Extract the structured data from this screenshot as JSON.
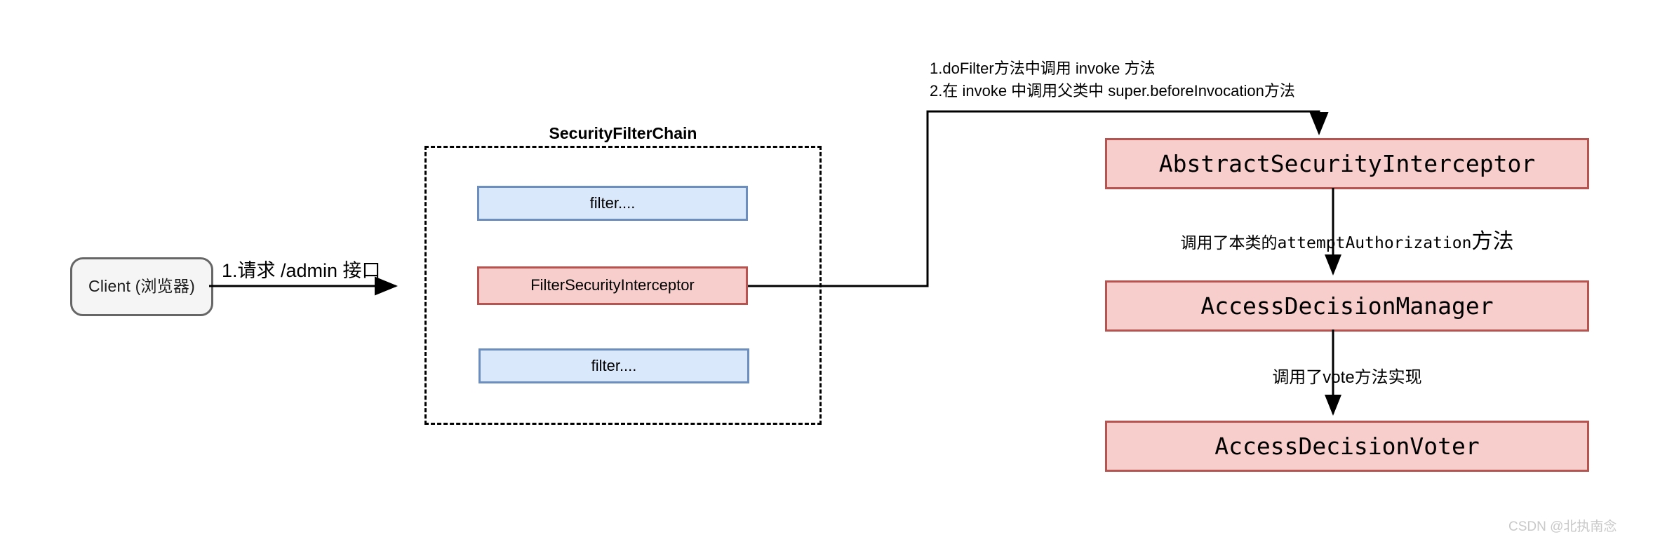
{
  "diagram": {
    "title": "Spring Security filter chain authorization flow",
    "colors": {
      "blue_fill": "#dae8fc",
      "blue_stroke": "#6c8ebf",
      "pink_fill": "#f8cecc",
      "pink_stroke": "#b85450",
      "client_fill": "#f5f5f5",
      "client_stroke": "#666666",
      "edge_stroke": "#000000",
      "watermark_color": "#c9c9c9"
    },
    "client": {
      "label": "Client (浏览器)"
    },
    "request_edge": {
      "label": "1.请求 /admin 接口"
    },
    "filter_chain": {
      "title": "SecurityFilterChain",
      "nodes": [
        {
          "label": "filter....",
          "style": "blue"
        },
        {
          "label": "FilterSecurityInterceptor",
          "style": "pink"
        },
        {
          "label": "filter....",
          "style": "blue"
        }
      ]
    },
    "flow_note": {
      "line1": "1.doFilter方法中调用 invoke 方法",
      "line2": "2.在 invoke 中调用父类中 super.beforeInvocation方法"
    },
    "pipeline": {
      "nodes": [
        {
          "label": "AbstractSecurityInterceptor",
          "style": "pink-mono"
        },
        {
          "label": "AccessDecisionManager",
          "style": "pink-mono"
        },
        {
          "label": "AccessDecisionVoter",
          "style": "pink-mono"
        }
      ],
      "edges": [
        {
          "from": "AbstractSecurityInterceptor",
          "to": "AccessDecisionManager",
          "label_prefix": "调用了本类的",
          "label_code": "attemptAuthorization",
          "label_suffix": "方法",
          "label": "调用了本类的attemptAuthorization方法"
        },
        {
          "from": "AccessDecisionManager",
          "to": "AccessDecisionVoter",
          "label": "调用了vote方法实现"
        }
      ]
    },
    "watermark": {
      "text": "CSDN @北执南念"
    }
  }
}
